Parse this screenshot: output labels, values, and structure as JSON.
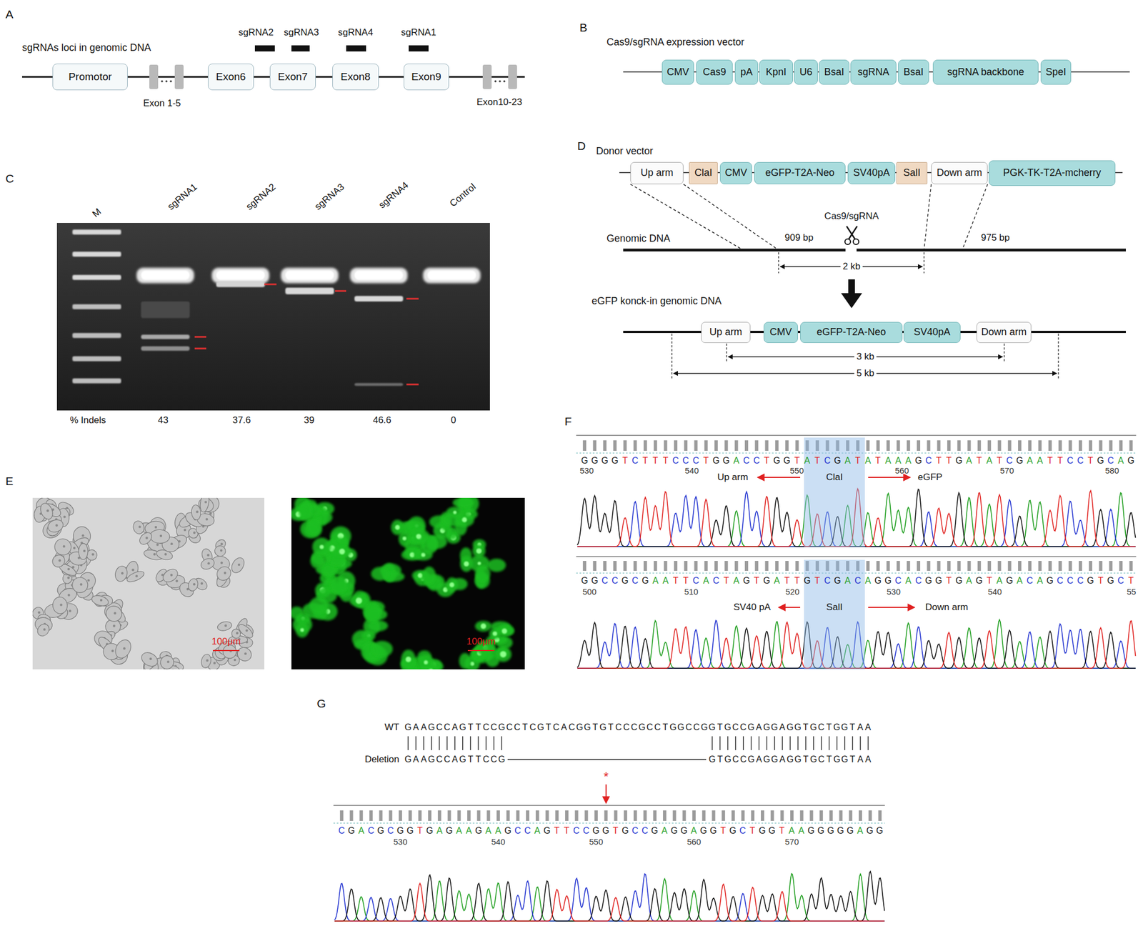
{
  "diagram": {
    "nodes": [
      {
        "text": [
          "Promotor"
        ]
      },
      {
        "text": [
          "Exon6"
        ]
      },
      {
        "text": [
          "Exon7"
        ]
      },
      {
        "text": [
          "Exon8"
        ]
      },
      {
        "text": [
          "Exon9"
        ]
      },
      {
        "text": [
          "CMV"
        ]
      },
      {
        "text": [
          "Cas9"
        ]
      },
      {
        "text": [
          "pA"
        ]
      },
      {
        "text": [
          "KpnI"
        ]
      },
      {
        "text": [
          "U6"
        ]
      },
      {
        "text": [
          "BsaI"
        ]
      },
      {
        "text": [
          "sgRNA"
        ]
      },
      {
        "text": [
          "BsaI"
        ]
      },
      {
        "text": [
          "sgRNA backbone"
        ]
      },
      {
        "text": [
          "SpeI"
        ]
      },
      {
        "text": [
          "Up arm"
        ]
      },
      {
        "text": [
          "ClaI"
        ]
      },
      {
        "text": [
          "CMV"
        ]
      },
      {
        "text": [
          "eGFP-T2A-Neo"
        ]
      },
      {
        "text": [
          "SV40pA"
        ]
      },
      {
        "text": [
          "SalI"
        ]
      },
      {
        "text": [
          "Down arm"
        ]
      },
      {
        "text": [
          "PGK-TK-T2A-mcherry"
        ]
      },
      {
        "text": [
          "Up arm"
        ]
      },
      {
        "text": [
          "CMV"
        ]
      },
      {
        "text": [
          "eGFP-T2A-Neo"
        ]
      },
      {
        "text": [
          "SV40pA"
        ]
      },
      {
        "text": [
          "Down arm"
        ]
      },
      {
        "text": [
          "ClaI"
        ]
      },
      {
        "text": [
          "SalI"
        ]
      }
    ],
    "labels": [
      "A",
      "sgRNAs loci in genomic DNA",
      "sgRNA2",
      "sgRNA3",
      "sgRNA4",
      "sgRNA1",
      "Exon 1-5",
      "Exon10-23",
      "B",
      "Cas9/sgRNA expression vector",
      "C",
      "M",
      "sgRNA1",
      "sgRNA2",
      "sgRNA3",
      "sgRNA4",
      "Control",
      "% Indels",
      "43",
      "37.6",
      "39",
      "46.6",
      "0",
      "D",
      "Donor vector",
      "Cas9/sgRNA",
      "Genomic DNA",
      "909 bp",
      "975 bp",
      "2 kb",
      "eGFP konck-in genomic DNA",
      "3 kb",
      "5 kb",
      "E",
      "100μm",
      "100μm",
      "F",
      "GGGGTCTTTCCCTGGACCTGGTATCGATATAAAGCTTGATATCGAATTCCTGCAG",
      "530",
      "540",
      "550",
      "560",
      "570",
      "580",
      "Up arm",
      "eGFP",
      "GGCCGCGAATTCACTAGTGATTGTCGACAGGCACGGTGAGTAGACAGCCCGTGCT",
      "500",
      "510",
      "520",
      "530",
      "540",
      "55",
      "SV40 pA",
      "Down arm",
      "G",
      "WT",
      "GAAGCCAGTTCCGCCTCGTCACGGTGTCCCGCCTGGCCGGTGCCGAGGAGGTGCTGGTAA",
      "Deletion",
      "GAAGCCAGTTCCG",
      "GTGCCGAGGAGGTGCTGGTAA",
      "*",
      "CGACGCGGTGAGAAGAAGCCAGTTCCGGTGCCGAGGAGGTGCTGGTAAGGGGGAGG",
      "530",
      "540",
      "550",
      "560",
      "570"
    ]
  }
}
